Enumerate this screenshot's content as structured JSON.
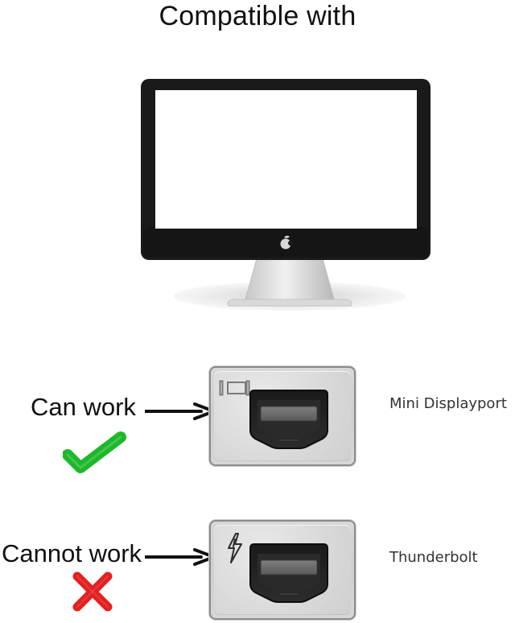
{
  "header": {
    "title": "Compatible with"
  },
  "rows": [
    {
      "status_label": "Can work",
      "port_label": "Mini Displayport",
      "status_icon": "checkmark-icon",
      "port_symbol_icon": "mini-displayport-icon",
      "status_color": "#1db82a"
    },
    {
      "status_label": "Cannot work",
      "port_label": "Thunderbolt",
      "status_icon": "x-mark-icon",
      "port_symbol_icon": "thunderbolt-icon",
      "status_color": "#e32020"
    }
  ],
  "colors": {
    "text": "#111111",
    "port_text": "#333333",
    "panel": "#d3d3d3",
    "panel_border": "#8b8b8b"
  }
}
